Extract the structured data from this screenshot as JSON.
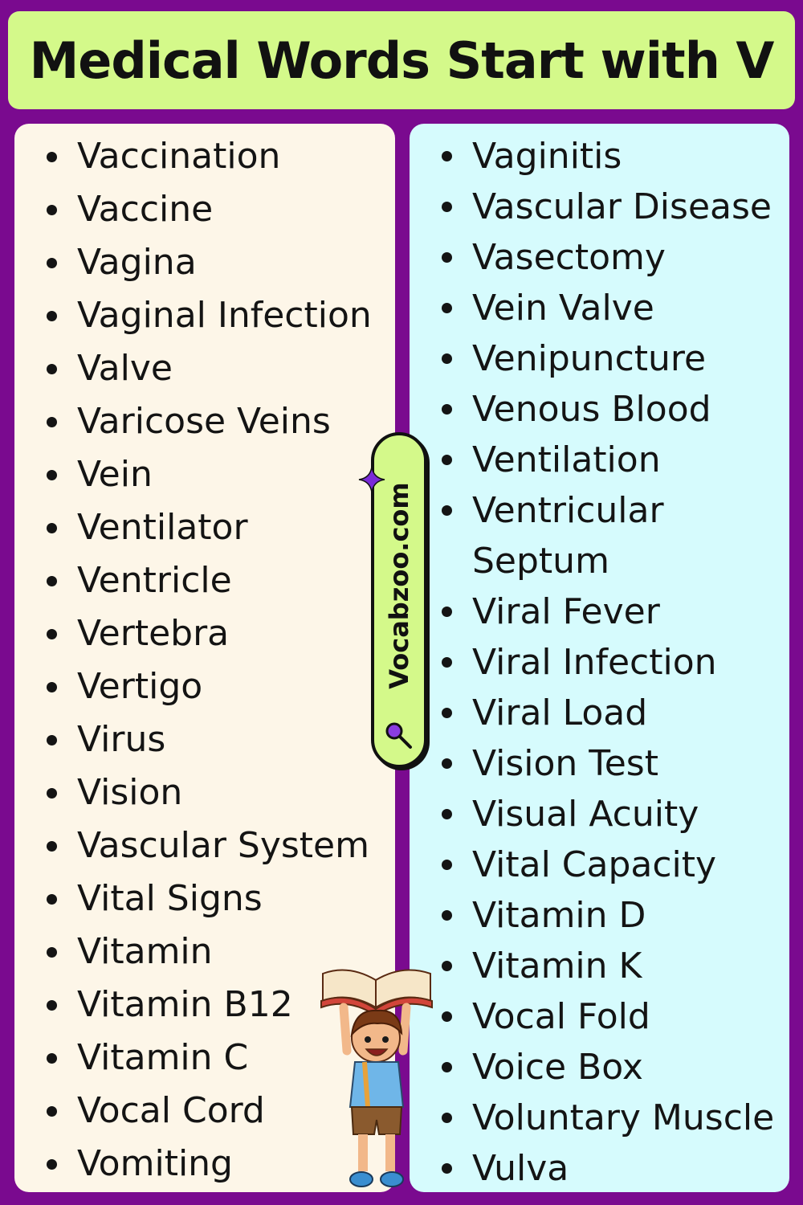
{
  "title": "Medical Words Start with V",
  "brand": "Vocabzoo.com",
  "left_words": [
    "Vaccination",
    "Vaccine",
    "Vagina",
    "Vaginal Infection",
    "Valve",
    "Varicose Veins",
    "Vein",
    "Ventilator",
    "Ventricle",
    "Vertebra",
    "Vertigo",
    "Virus",
    "Vision",
    "Vascular System",
    "Vital Signs",
    "Vitamin",
    "Vitamin B12",
    "Vitamin C",
    "Vocal Cord",
    "Vomiting"
  ],
  "right_words": [
    "Vaginitis",
    "Vascular Disease",
    "Vasectomy",
    "Vein Valve",
    "Venipuncture",
    "Venous Blood",
    "Ventilation",
    "Ventricular Septum",
    "Viral Fever",
    "Viral Infection",
    "Viral Load",
    "Vision Test",
    "Visual Acuity",
    "Vital Capacity",
    "Vitamin D",
    "Vitamin K",
    "Vocal Fold",
    "Voice Box",
    "Voluntary Muscle",
    "Vulva"
  ],
  "colors": {
    "background": "#7a0a8f",
    "title_bg": "#d4f98a",
    "left_panel": "#fdf6e8",
    "right_panel": "#d6fbfd",
    "text": "#141414"
  },
  "icons": [
    "sparkle-icon",
    "magnifier-icon",
    "kid-with-book-illustration"
  ]
}
